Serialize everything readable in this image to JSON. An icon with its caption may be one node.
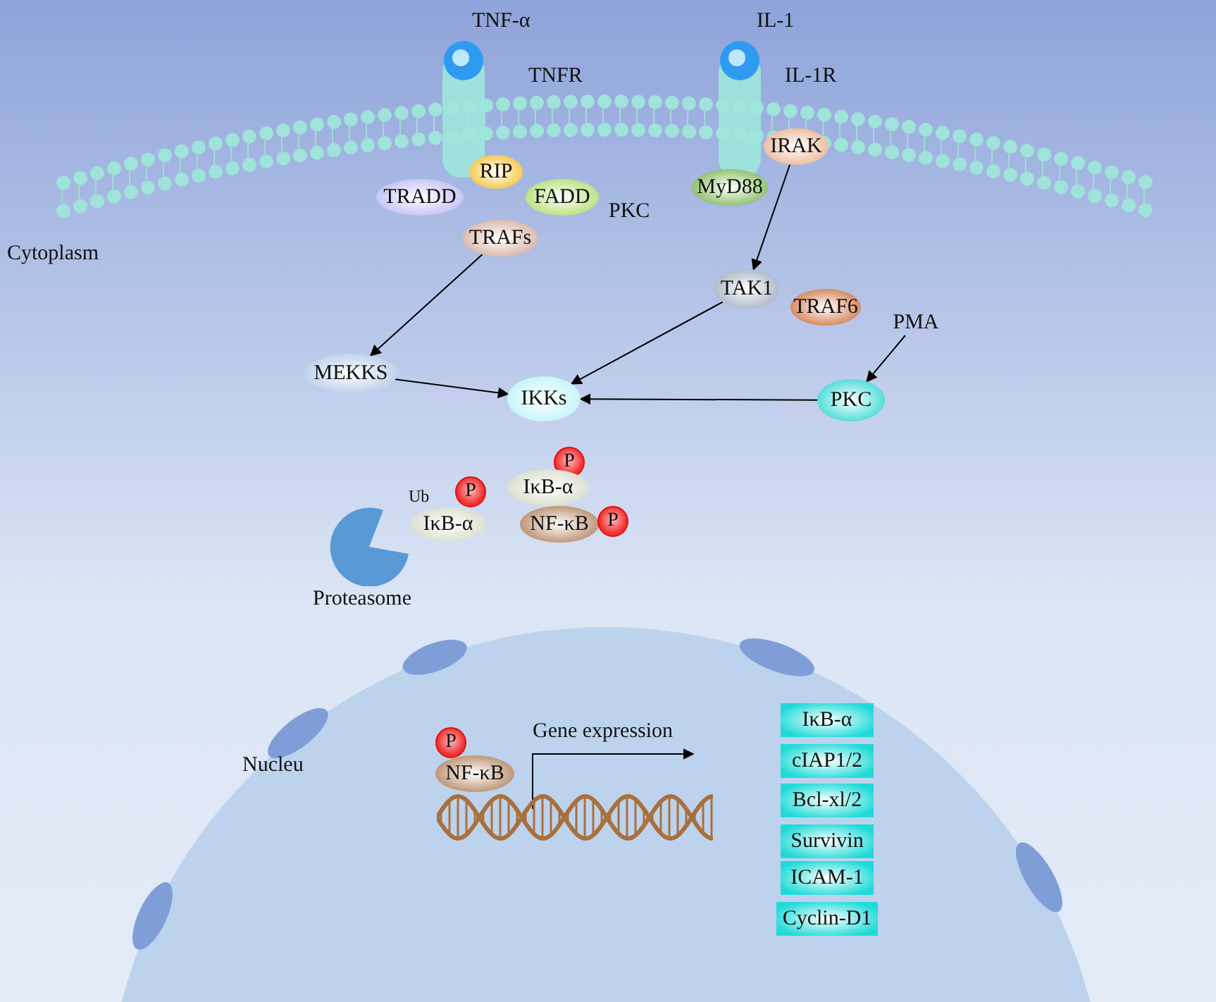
{
  "diagram": {
    "nodes": [
      {
        "text": [
          "TRADD"
        ]
      },
      {
        "text": [
          "RIP"
        ]
      },
      {
        "text": [
          "FADD"
        ]
      },
      {
        "text": [
          "TRAFs"
        ]
      },
      {
        "text": [
          "MyD88"
        ]
      },
      {
        "text": [
          "IRAK"
        ]
      },
      {
        "text": [
          "TAK1"
        ]
      },
      {
        "text": [
          "TRAF6"
        ]
      },
      {
        "text": [
          "PMA"
        ]
      },
      {
        "text": [
          "MEKKS"
        ]
      },
      {
        "text": [
          "IKKs"
        ]
      },
      {
        "text": [
          "PKC"
        ]
      },
      {
        "text": [
          "P"
        ]
      },
      {
        "text": [
          "IκB-α"
        ]
      },
      {
        "text": [
          "Proteasome"
        ]
      },
      {
        "text": [
          "P"
        ]
      },
      {
        "text": [
          "IκB-α"
        ]
      },
      {
        "text": [
          "NF-κB"
        ]
      },
      {
        "text": [
          "P"
        ]
      },
      {
        "text": [
          "P"
        ]
      },
      {
        "text": [
          "NF-κB"
        ]
      },
      {
        "text": [],
        "shape": "picture"
      },
      {
        "text": [
          "IκB-α"
        ]
      },
      {
        "text": [
          "cIAP1/2"
        ]
      },
      {
        "text": [
          "Bcl-xl/2"
        ]
      },
      {
        "text": [
          "Survivin"
        ]
      },
      {
        "text": [
          "ICAM-1"
        ]
      },
      {
        "text": [
          "Cyclin-D1"
        ]
      }
    ],
    "edges": [
      {
        "from": 3,
        "to": 9,
        "arrow": "to"
      },
      {
        "from": 5,
        "to": 6,
        "arrow": "to"
      },
      {
        "from": 6,
        "to": 10,
        "arrow": "to"
      },
      {
        "from": 8,
        "to": 11,
        "arrow": "to"
      },
      {
        "from": 9,
        "to": 10,
        "arrow": "to"
      },
      {
        "from": 11,
        "to": 10,
        "arrow": "to"
      },
      {
        "from": 21,
        "to": null,
        "arrow": "to",
        "label": "Gene expression"
      }
    ],
    "labels": [
      "TNF-α",
      "IL-1",
      "TNFR",
      "IL-1R",
      "PKC",
      "Cytoplasm",
      "Ub",
      "Nucleu"
    ]
  }
}
